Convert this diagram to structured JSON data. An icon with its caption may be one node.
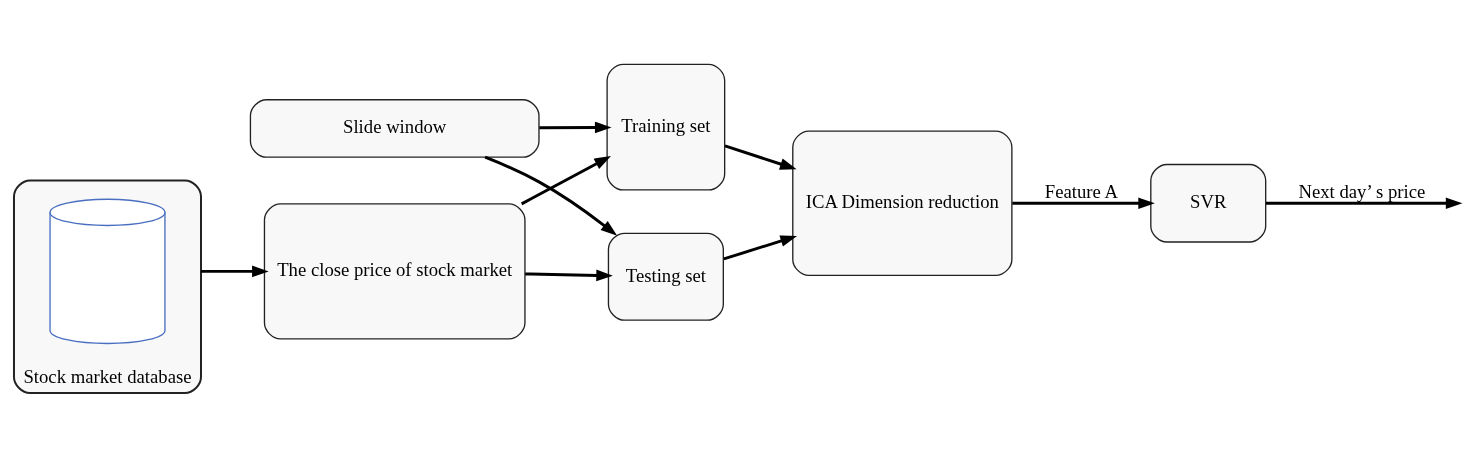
{
  "diagram": {
    "nodes": [
      {
        "text": [
          "Stock market database"
        ]
      },
      {
        "text": [],
        "shape": "cylinder",
        "in": 0
      },
      {
        "text": [
          "The close price of stock market"
        ]
      },
      {
        "text": [
          "Slide window"
        ]
      },
      {
        "text": [
          "Training set"
        ]
      },
      {
        "text": [
          "Testing set"
        ]
      },
      {
        "text": [
          "ICA Dimension reduction"
        ]
      },
      {
        "text": [
          "SVR"
        ]
      }
    ],
    "edges": [
      {
        "from": 0,
        "to": 2,
        "arrow": "to"
      },
      {
        "from": 2,
        "to": 4,
        "arrow": "to"
      },
      {
        "from": 2,
        "to": 5,
        "arrow": "to"
      },
      {
        "from": 3,
        "to": 4,
        "arrow": "to"
      },
      {
        "from": 3,
        "to": 5,
        "arrow": "to"
      },
      {
        "from": 4,
        "to": 6,
        "arrow": "to"
      },
      {
        "from": 5,
        "to": 6,
        "arrow": "to"
      },
      {
        "from": 6,
        "to": 7,
        "arrow": "to",
        "label": "Feature A"
      },
      {
        "from": 7,
        "to": null,
        "arrow": "to",
        "label": "Next day’ s price"
      }
    ]
  }
}
